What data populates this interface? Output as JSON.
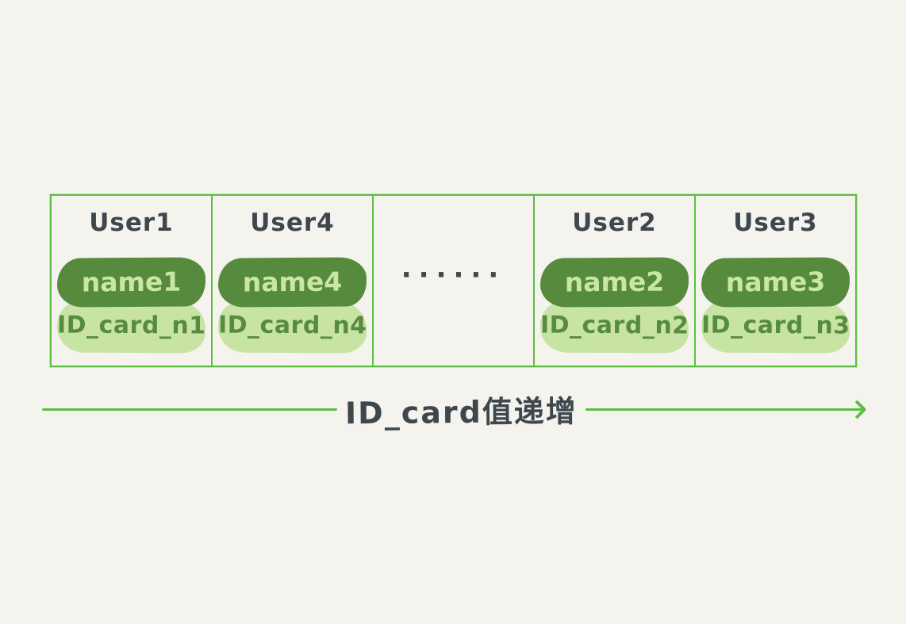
{
  "diagram": {
    "title_hint": "records ordered by increasing ID_card value",
    "cells": [
      {
        "user": "User1",
        "name": "name1",
        "id_card": "ID_card_n1"
      },
      {
        "user": "User4",
        "name": "name4",
        "id_card": "ID_card_n4"
      },
      {
        "ellipsis": "······"
      },
      {
        "user": "User2",
        "name": "name2",
        "id_card": "ID_card_n2"
      },
      {
        "user": "User3",
        "name": "name3",
        "id_card": "ID_card_n3"
      }
    ],
    "arrow": {
      "label": "ID_card值递增",
      "direction": "right"
    },
    "colors": {
      "background": "#f4f3ed",
      "cell_border_green": "#5cbf42",
      "badge_dark_green": "#568b3d",
      "badge_light_green": "#c7e4a5",
      "badge_light_text": "#c9e6a7",
      "badge_dark_text": "#578c3e",
      "heading_text": "#3e474d",
      "arrow_green": "#5abe41"
    }
  }
}
